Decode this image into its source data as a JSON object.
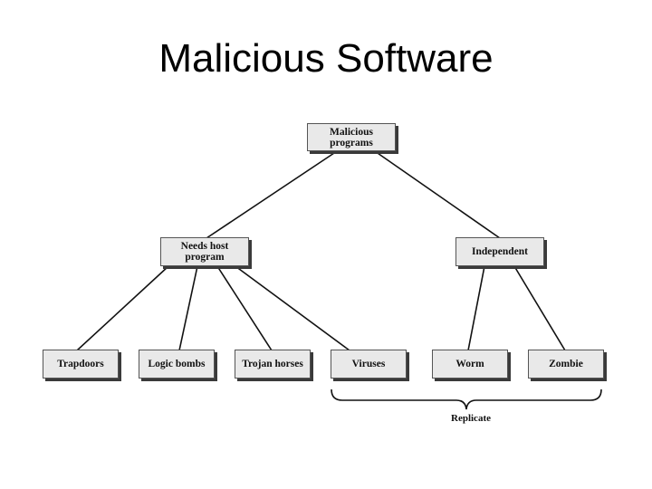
{
  "slide": {
    "title": "Malicious Software"
  },
  "tree": {
    "root": "Malicious programs",
    "needs_host": "Needs host program",
    "independent": "Independent",
    "trapdoors": "Trapdoors",
    "logic_bombs": "Logic bombs",
    "trojan_horses": "Trojan horses",
    "viruses": "Viruses",
    "worm": "Worm",
    "zombie": "Zombie"
  },
  "annotation": {
    "replicate": "Replicate"
  }
}
